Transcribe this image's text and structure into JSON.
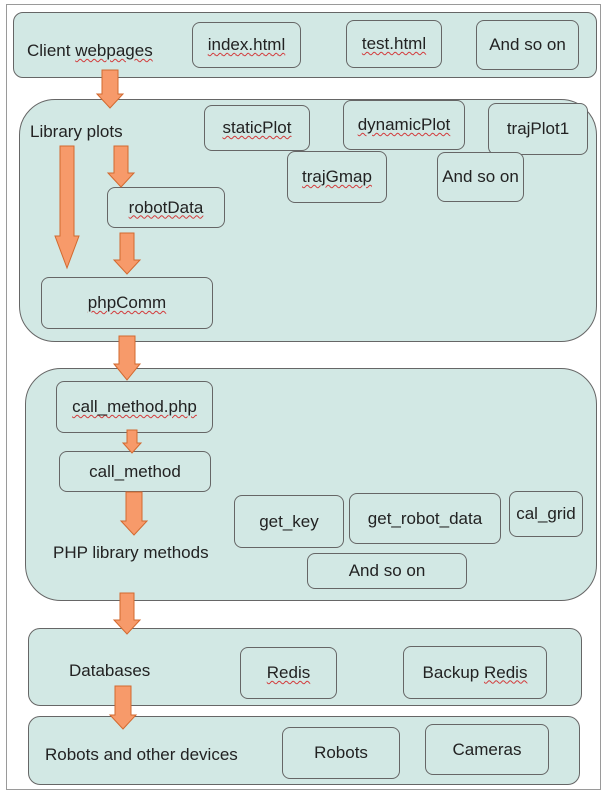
{
  "client": {
    "label": "Client webpages",
    "pages": [
      "index.html",
      "test.html",
      "And so on"
    ]
  },
  "library": {
    "label": "Library plots",
    "plots": [
      "staticPlot",
      "dynamicPlot",
      "trajPlot1",
      "trajGmap",
      "And so on"
    ],
    "robot_data": "robotData",
    "php_comm": "phpComm"
  },
  "php": {
    "label": "PHP library methods",
    "call_method_php": "call_method.php",
    "call_method": "call_method",
    "methods": [
      "get_key",
      "get_robot_data",
      "cal_grid",
      "And so on"
    ]
  },
  "databases": {
    "label": "Databases",
    "items": [
      "Redis",
      "Backup Redis"
    ]
  },
  "devices": {
    "label": "Robots and other devices",
    "items": [
      "Robots",
      "Cameras"
    ]
  },
  "colors": {
    "panel_fill": "#d2e8e4",
    "arrow_fill": "#f79a6a",
    "arrow_stroke": "#d2692f",
    "spellcheck_underline": "#d23a3a"
  }
}
